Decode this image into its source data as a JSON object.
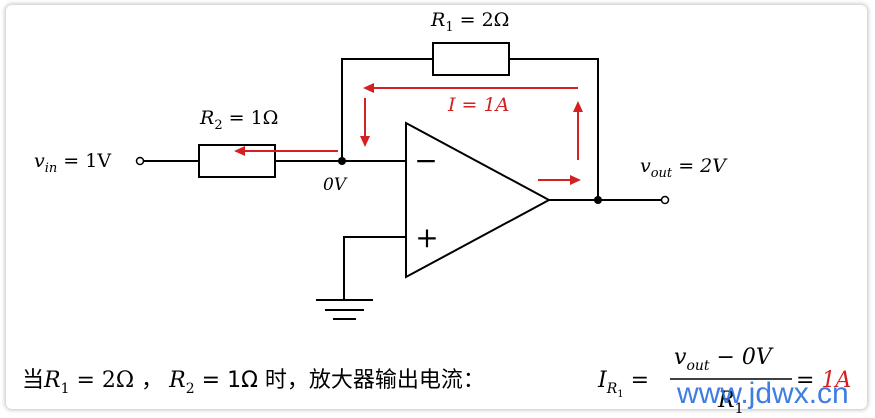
{
  "labels": {
    "r1": {
      "sym": "R",
      "sub": "1",
      "val": " = 2Ω"
    },
    "r2": {
      "sym": "R",
      "sub": "2",
      "val": " = 1Ω"
    },
    "vin": {
      "sym": "v",
      "sub": "in",
      "val": " = 1V"
    },
    "vout": {
      "sym": "v",
      "sub": "out",
      "val": " = 2V"
    },
    "node": "0V",
    "current": "I = 1A",
    "minus": "−",
    "plus": "+"
  },
  "formula": {
    "prefix": "当",
    "r1_sym": "R",
    "r1_sub": "1",
    "r1_val": " = 2Ω ，",
    "r2_sym": "R",
    "r2_sub": "2",
    "r2_val": " = 1Ω 时，放大器输出电流：",
    "i_sym": "I",
    "i_sub": "R",
    "i_subsub": "1",
    "eq": " =",
    "num": "v",
    "num_sub": "out",
    "num_rest": " − 0V",
    "den": "R",
    "den_sub": "1",
    "result_eq": "= ",
    "result": "1A"
  },
  "watermark": "www.jdwx.cn",
  "colors": {
    "wire": "#000000",
    "arrow": "#d42020",
    "watermark": "#2a6fe0"
  }
}
